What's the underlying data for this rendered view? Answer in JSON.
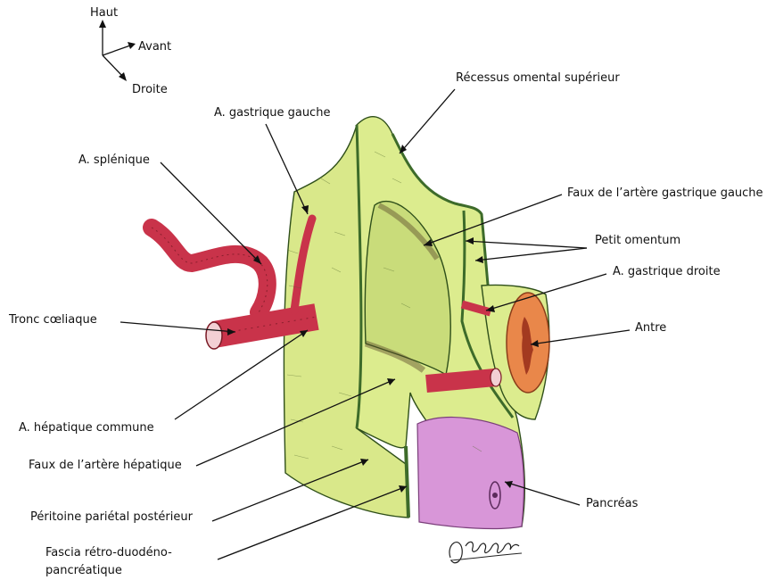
{
  "orientation": {
    "up": "Haut",
    "front": "Avant",
    "right": "Droite"
  },
  "labels": {
    "recessus": "Récessus omental supérieur",
    "gastrique_gauche": "A. gastrique gauche",
    "splenique": "A. splénique",
    "faux_gastrique": "Faux de l’artère gastrique gauche",
    "petit_omentum": "Petit omentum",
    "gastrique_droite": "A. gastrique droite",
    "tronc": "Tronc cœliaque",
    "antre": "Antre",
    "hepatique_commune": "A. hépatique commune",
    "faux_hepatique": "Faux de l’artère hépatique",
    "peritoine": "Péritoine pariétal postérieur",
    "pancreas": "Pancréas",
    "fascia_line1": "Fascia rétro-duodéno-",
    "fascia_line2": "pancréatique"
  },
  "signature": "JAARAN",
  "colors": {
    "peritoneum": "#d9e88a",
    "artery": "#c9334a",
    "pancreas": "#d896d8",
    "antrum": "#e9874a",
    "membrane_edge": "#3d6b2a"
  }
}
